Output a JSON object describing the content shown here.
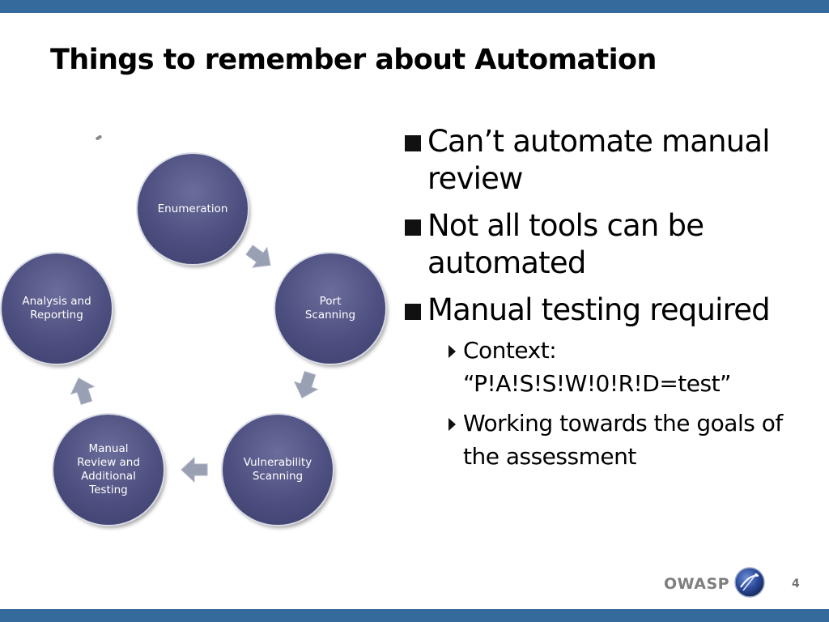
{
  "slide": {
    "title": "Things to remember about Automation",
    "page_number": "4",
    "logo_text": "OWASP",
    "colors": {
      "band": "#346a9c",
      "node_fill": "#4d4f80",
      "arrow_fill": "#9aa0b4",
      "text": "#000000"
    }
  },
  "diagram": {
    "nodes": [
      {
        "label": "Enumeration"
      },
      {
        "label": "Port\nScanning"
      },
      {
        "label": "Vulnerability\nScanning"
      },
      {
        "label": "Manual\nReview and\nAdditional\nTesting"
      },
      {
        "label": "Analysis and\nReporting"
      }
    ]
  },
  "bullets": [
    {
      "text": "Can’t automate manual review",
      "level": 1
    },
    {
      "text": "Not all tools can be automated",
      "level": 1
    },
    {
      "text": "Manual testing required",
      "level": 1
    },
    {
      "text": "Context: “P!A!S!S!W!0!R!D=test”",
      "level": 2
    },
    {
      "text": "Working towards the goals of the assessment",
      "level": 2
    }
  ]
}
